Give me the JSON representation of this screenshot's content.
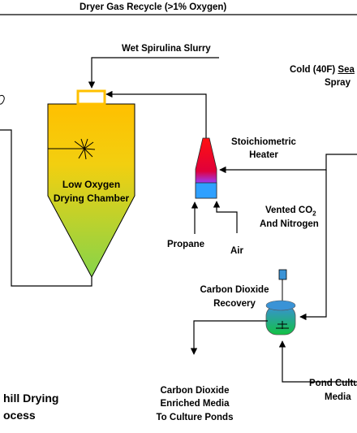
{
  "labels": {
    "title": "Dryer Gas Recycle (>1% Oxygen)",
    "wet_slurry": "Wet Spirulina Slurry",
    "cold_spray_line1_pre": "Cold (40F) ",
    "cold_spray_line1_underlined": "Sea",
    "cold_spray_line2": "Spray",
    "heater_line1": "Stoichiometric",
    "heater_line2": "Heater",
    "chamber_line1": "Low Oxygen",
    "chamber_line2": "Drying Chamber",
    "vented_line1_pre": "Vented CO",
    "vented_line1_sub": "2",
    "vented_line2": "And Nitrogen",
    "propane": "Propane",
    "air": "Air",
    "co2_recovery_line1": "Carbon Dioxide",
    "co2_recovery_line2": "Recovery",
    "enriched_line1": "Carbon Dioxide",
    "enriched_line2": "Enriched Media",
    "enriched_line3": "To Culture Ponds",
    "pond_line1": "Pond Cultu",
    "pond_line2": "Media",
    "process_line1": "hill Drying",
    "process_line2": "ocess"
  },
  "colors": {
    "chamber_top": "#ffc000",
    "chamber_bottom": "#8fd14f",
    "heater_top": "#ff0000",
    "heater_bottom": "#2f8cff",
    "reactor_top": "#3a93d6",
    "reactor_bottom": "#19c24a",
    "line": "#000000"
  }
}
